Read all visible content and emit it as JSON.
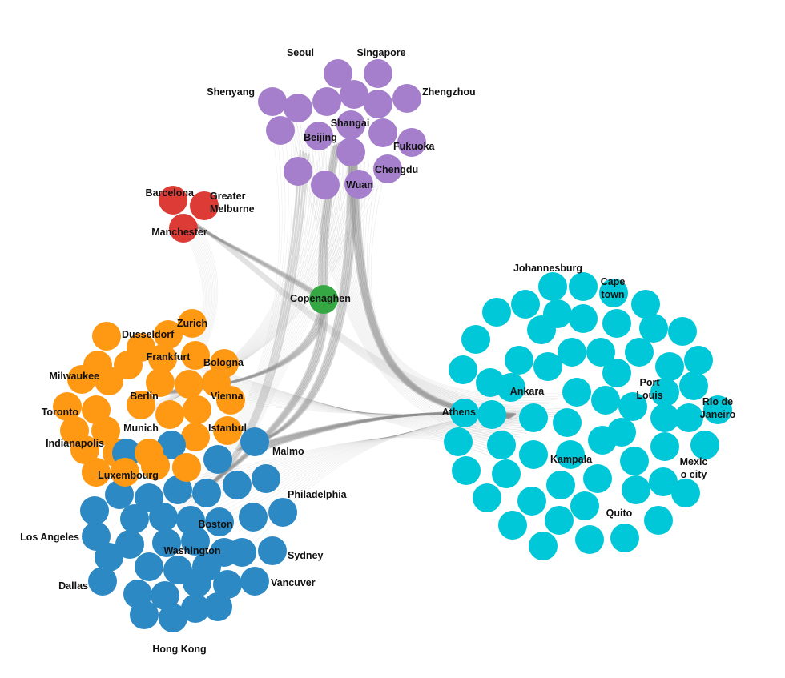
{
  "colors": {
    "background": "#ffffff",
    "edge": "#8a8a8a",
    "purple_cluster": "#a57fcc",
    "red_cluster": "#dd3b35",
    "green_cluster": "#35a843",
    "orange_cluster": "#ff9812",
    "blue_cluster": "#2c89c4",
    "cyan_cluster": "#00c8d8"
  },
  "hub": {
    "label": "Copenaghen",
    "color": "green_cluster"
  },
  "clusters": [
    {
      "id": "purple",
      "color": "purple_cluster",
      "labels": [
        "Seoul",
        "Singapore",
        "Shenyang",
        "Zhengzhou",
        "Shangai",
        "Beijing",
        "Fukuoka",
        "Chengdu",
        "Wuan"
      ]
    },
    {
      "id": "red",
      "color": "red_cluster",
      "labels": [
        "Barcelona",
        "Greater Melburne",
        "Manchester"
      ]
    },
    {
      "id": "orange",
      "color": "orange_cluster",
      "labels": [
        "Zurich",
        "Dusseldorf",
        "Frankfurt",
        "Bologna",
        "Milwaukee",
        "Berlin",
        "Vienna",
        "Toronto",
        "Munich",
        "Istanbul",
        "Indianapolis",
        "Luxembourg"
      ]
    },
    {
      "id": "blue",
      "color": "blue_cluster",
      "labels": [
        "Malmo",
        "Philadelphia",
        "Boston",
        "Los Angeles",
        "Washington",
        "Sydney",
        "Dallas",
        "Vancuver",
        "Hong Kong"
      ]
    },
    {
      "id": "cyan",
      "color": "cyan_cluster",
      "labels": [
        "Johannesburg",
        "Cape town",
        "Ankara",
        "Port Louis",
        "Athens",
        "Rio de Janeiro",
        "Kampala",
        "Mexic o city",
        "Quito"
      ]
    }
  ]
}
